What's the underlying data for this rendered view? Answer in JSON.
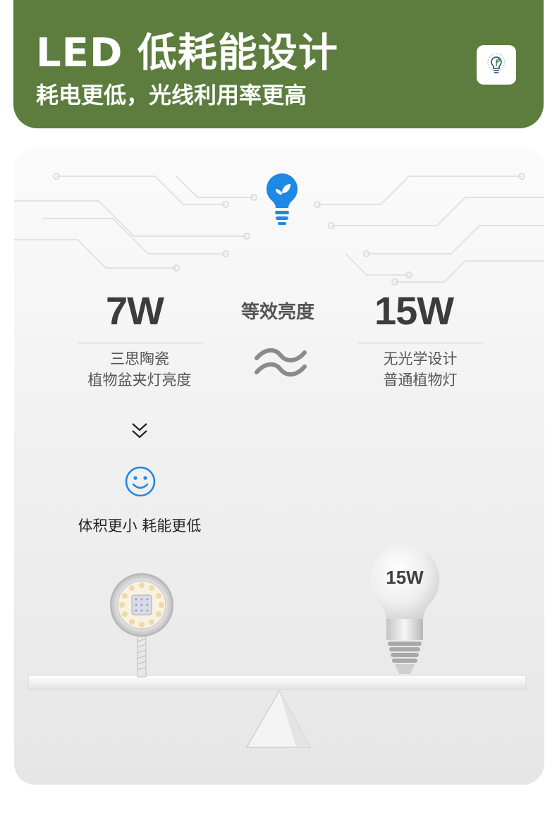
{
  "header": {
    "title": "LED 低耗能设计",
    "subtitle": "耗电更低，光线利用率更高",
    "logo_icon": "bulb-leaf-logo-icon",
    "bg_color": "#5c7d3e"
  },
  "comparison": {
    "top_icon": "bulb-leaf-icon",
    "center_label": "等效亮度",
    "left": {
      "watt": "7W",
      "desc_line1": "三思陶瓷",
      "desc_line2": "植物盆夹灯亮度"
    },
    "right": {
      "watt": "15W",
      "desc_line1": "无光学设计",
      "desc_line2": "普通植物灯"
    },
    "approx_icon": "approx-equal-icon",
    "down_icon": "double-chevron-down-icon",
    "smile_icon": "smiley-icon",
    "result": "体积更小 耗能更低",
    "bulb_badge": "15W",
    "accent_color": "#1e88e5"
  }
}
